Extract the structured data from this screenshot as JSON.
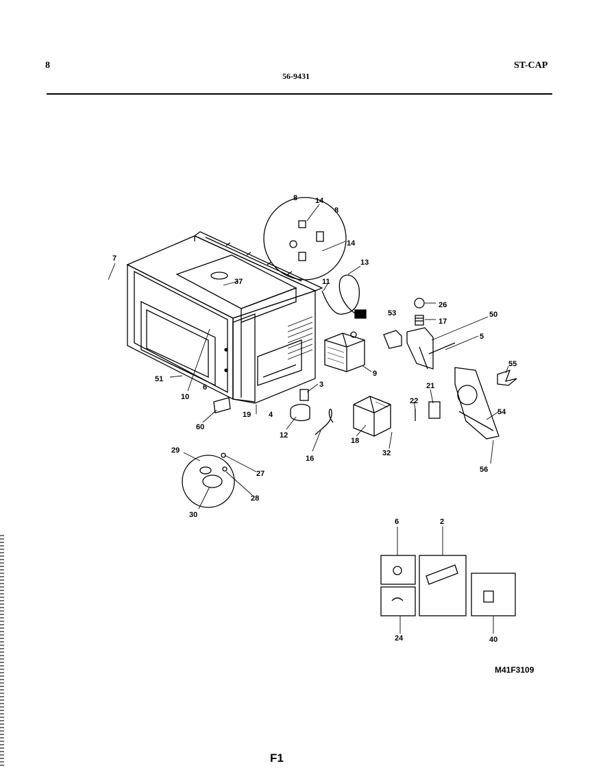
{
  "header": {
    "page_number": "8",
    "document_code": "56-9431",
    "model": "ST-CAP"
  },
  "callouts": [
    {
      "id": "c7",
      "text": "7"
    },
    {
      "id": "c37",
      "text": "37"
    },
    {
      "id": "c8a",
      "text": "8"
    },
    {
      "id": "c14a",
      "text": "14"
    },
    {
      "id": "c8b",
      "text": "8"
    },
    {
      "id": "c14b",
      "text": "14"
    },
    {
      "id": "c13",
      "text": "13"
    },
    {
      "id": "c11",
      "text": "11"
    },
    {
      "id": "c26",
      "text": "26"
    },
    {
      "id": "c17",
      "text": "17"
    },
    {
      "id": "c53",
      "text": "53"
    },
    {
      "id": "c50",
      "text": "50"
    },
    {
      "id": "c5",
      "text": "5"
    },
    {
      "id": "c9",
      "text": "9"
    },
    {
      "id": "c55",
      "text": "55"
    },
    {
      "id": "c51",
      "text": "51"
    },
    {
      "id": "c10",
      "text": "10"
    },
    {
      "id": "c6",
      "text": "6"
    },
    {
      "id": "c19",
      "text": "19"
    },
    {
      "id": "c3",
      "text": "3"
    },
    {
      "id": "c4",
      "text": "4"
    },
    {
      "id": "c60",
      "text": "60"
    },
    {
      "id": "c12",
      "text": "12"
    },
    {
      "id": "c21",
      "text": "21"
    },
    {
      "id": "c22",
      "text": "22"
    },
    {
      "id": "c54",
      "text": "54"
    },
    {
      "id": "c18",
      "text": "18"
    },
    {
      "id": "c16",
      "text": "16"
    },
    {
      "id": "c32",
      "text": "32"
    },
    {
      "id": "c29",
      "text": "29"
    },
    {
      "id": "c27",
      "text": "27"
    },
    {
      "id": "c28",
      "text": "28"
    },
    {
      "id": "c30",
      "text": "30"
    },
    {
      "id": "c56",
      "text": "56"
    },
    {
      "id": "c6b",
      "text": "6"
    },
    {
      "id": "c2",
      "text": "2"
    },
    {
      "id": "c24",
      "text": "24"
    },
    {
      "id": "c40",
      "text": "40"
    }
  ],
  "footer": {
    "reference_code": "M41F3109",
    "figure_label": "F1"
  }
}
